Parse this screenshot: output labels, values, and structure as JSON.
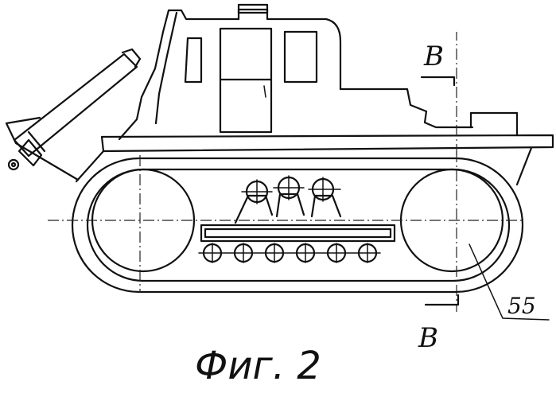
{
  "figure": {
    "section_mark_top": "В",
    "section_mark_bottom": "В",
    "ref_number": "55",
    "caption": "Фиг. 2"
  }
}
